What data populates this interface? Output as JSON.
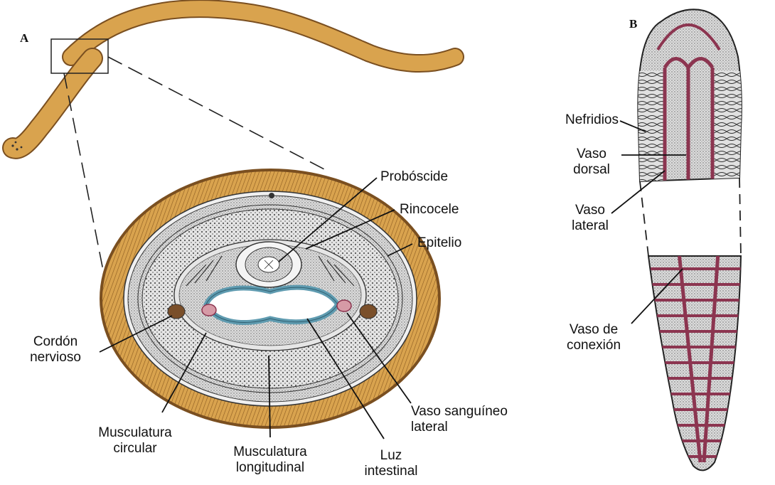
{
  "panels": {
    "a": "A",
    "b": "B"
  },
  "labels": {
    "proboscide": "Probóscide",
    "rincocele": "Rincocele",
    "epitelio": "Epitelio",
    "cordon_line1": "Cordón",
    "cordon_line2": "nervioso",
    "musc_circ_line1": "Musculatura",
    "musc_circ_line2": "circular",
    "musc_long_line1": "Musculatura",
    "musc_long_line2": "longitudinal",
    "luz_line1": "Luz",
    "luz_line2": "intestinal",
    "vaso_sang_line1": "Vaso sanguíneo",
    "vaso_sang_line2": "lateral",
    "nefridios": "Nefridios",
    "vaso_dorsal_line1": "Vaso",
    "vaso_dorsal_line2": "dorsal",
    "vaso_lateral_line1": "Vaso",
    "vaso_lateral_line2": "lateral",
    "vaso_conexion_line1": "Vaso de",
    "vaso_conexion_line2": "conexión"
  },
  "colors": {
    "worm_body": "#d9a34e",
    "epithelium": "#c9913d",
    "tissue": "#d8d8d8",
    "blood_vessel": "#8c3550",
    "intestine_wall": "#5f9bb0",
    "nerve_cord": "#7a4f2a"
  }
}
